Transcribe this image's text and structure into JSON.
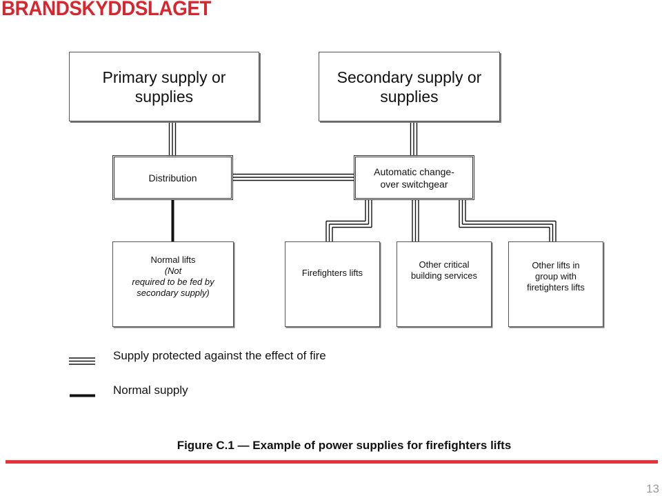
{
  "brand": "BRANDSKYDDSLAGET",
  "diagram": {
    "primary": [
      "Primary supply or",
      "supplies"
    ],
    "secondary": [
      "Secondary supply or",
      "supplies"
    ],
    "distribution": "Distribution",
    "changeover": [
      "Automatic change-",
      "over switchgear"
    ],
    "normal_lifts": [
      "Normal lifts (Not",
      "required to be fed by",
      "secondary supply)"
    ],
    "firefighters_lifts": "Firefighters lifts",
    "other_critical": [
      "Other critical",
      "building services"
    ],
    "other_lifts": [
      "Other lifts in",
      "group with",
      "firetighters lifts"
    ]
  },
  "legend": {
    "protected": "Supply protected against the effect of fire",
    "normal": "Normal supply"
  },
  "caption": "Figure C.1 — Example of power supplies for firefighters lifts",
  "page_number": "13"
}
